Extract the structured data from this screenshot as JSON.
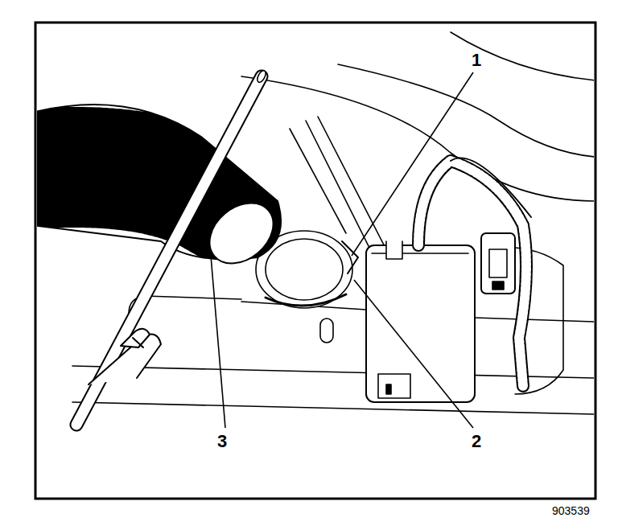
{
  "diagram": {
    "labels": [
      "1",
      "2",
      "3",
      "903539"
    ]
  }
}
